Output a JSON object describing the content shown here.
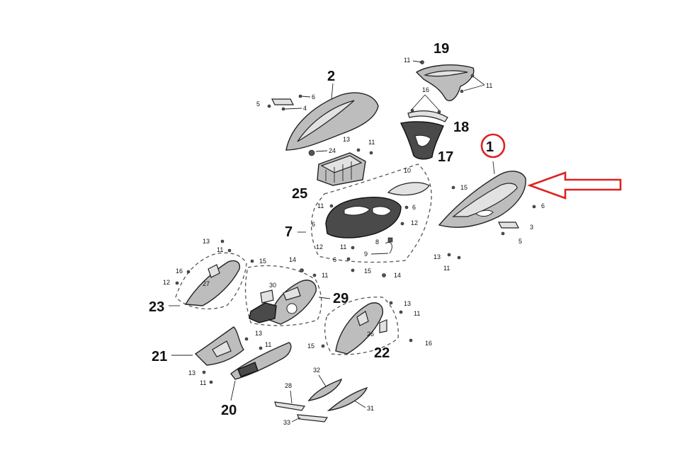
{
  "parts": {
    "p1": "1",
    "p2": "2",
    "p7": "7",
    "p17": "17",
    "p18": "18",
    "p19": "19",
    "p20": "20",
    "p21": "21",
    "p22": "22",
    "p23": "23",
    "p25": "25",
    "p29": "29"
  },
  "small": {
    "s3": "3",
    "s4": "4",
    "s5a": "5",
    "s5b": "5",
    "s6a": "6",
    "s6b": "6",
    "s6c": "6",
    "s6d": "6",
    "s8": "8",
    "s9": "9",
    "s10": "10",
    "s11a": "11",
    "s11b": "11",
    "s11c": "11",
    "s11d": "11",
    "s11e": "11",
    "s11f": "11",
    "s11g": "11",
    "s11h": "11",
    "s11i": "11",
    "s11j": "11",
    "s11k": "11",
    "s11l": "11",
    "s12a": "12",
    "s12b": "12",
    "s12c": "12",
    "s13a": "13",
    "s13b": "13",
    "s13c": "13",
    "s13d": "13",
    "s13e": "13",
    "s13f": "13",
    "s14a": "14",
    "s14b": "14",
    "s15a": "15",
    "s15b": "15",
    "s15c": "15",
    "s15d": "15",
    "s16a": "16",
    "s16b": "16",
    "s16c": "16",
    "s24": "24",
    "s26": "26",
    "s27": "27",
    "s28": "28",
    "s30": "30",
    "s31": "31",
    "s32": "32",
    "s33": "33"
  },
  "colors": {
    "highlight": "#e02020"
  }
}
